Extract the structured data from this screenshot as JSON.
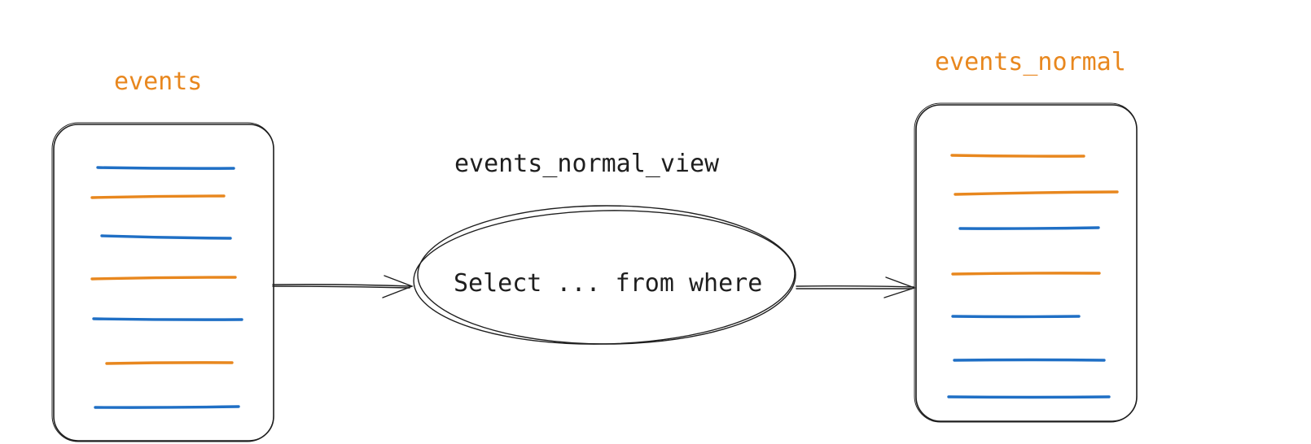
{
  "colors": {
    "orange": "#e8871e",
    "blue": "#1f6fc5",
    "ink": "#1e1e1e"
  },
  "source_table": {
    "label": "events",
    "rows": [
      "blue",
      "orange",
      "blue",
      "orange",
      "blue",
      "orange",
      "blue"
    ]
  },
  "view": {
    "label": "events_normal_view",
    "query": "Select ... from where"
  },
  "target_table": {
    "label": "events_normal",
    "rows": [
      "orange",
      "orange",
      "blue",
      "orange",
      "blue",
      "blue",
      "blue"
    ]
  }
}
